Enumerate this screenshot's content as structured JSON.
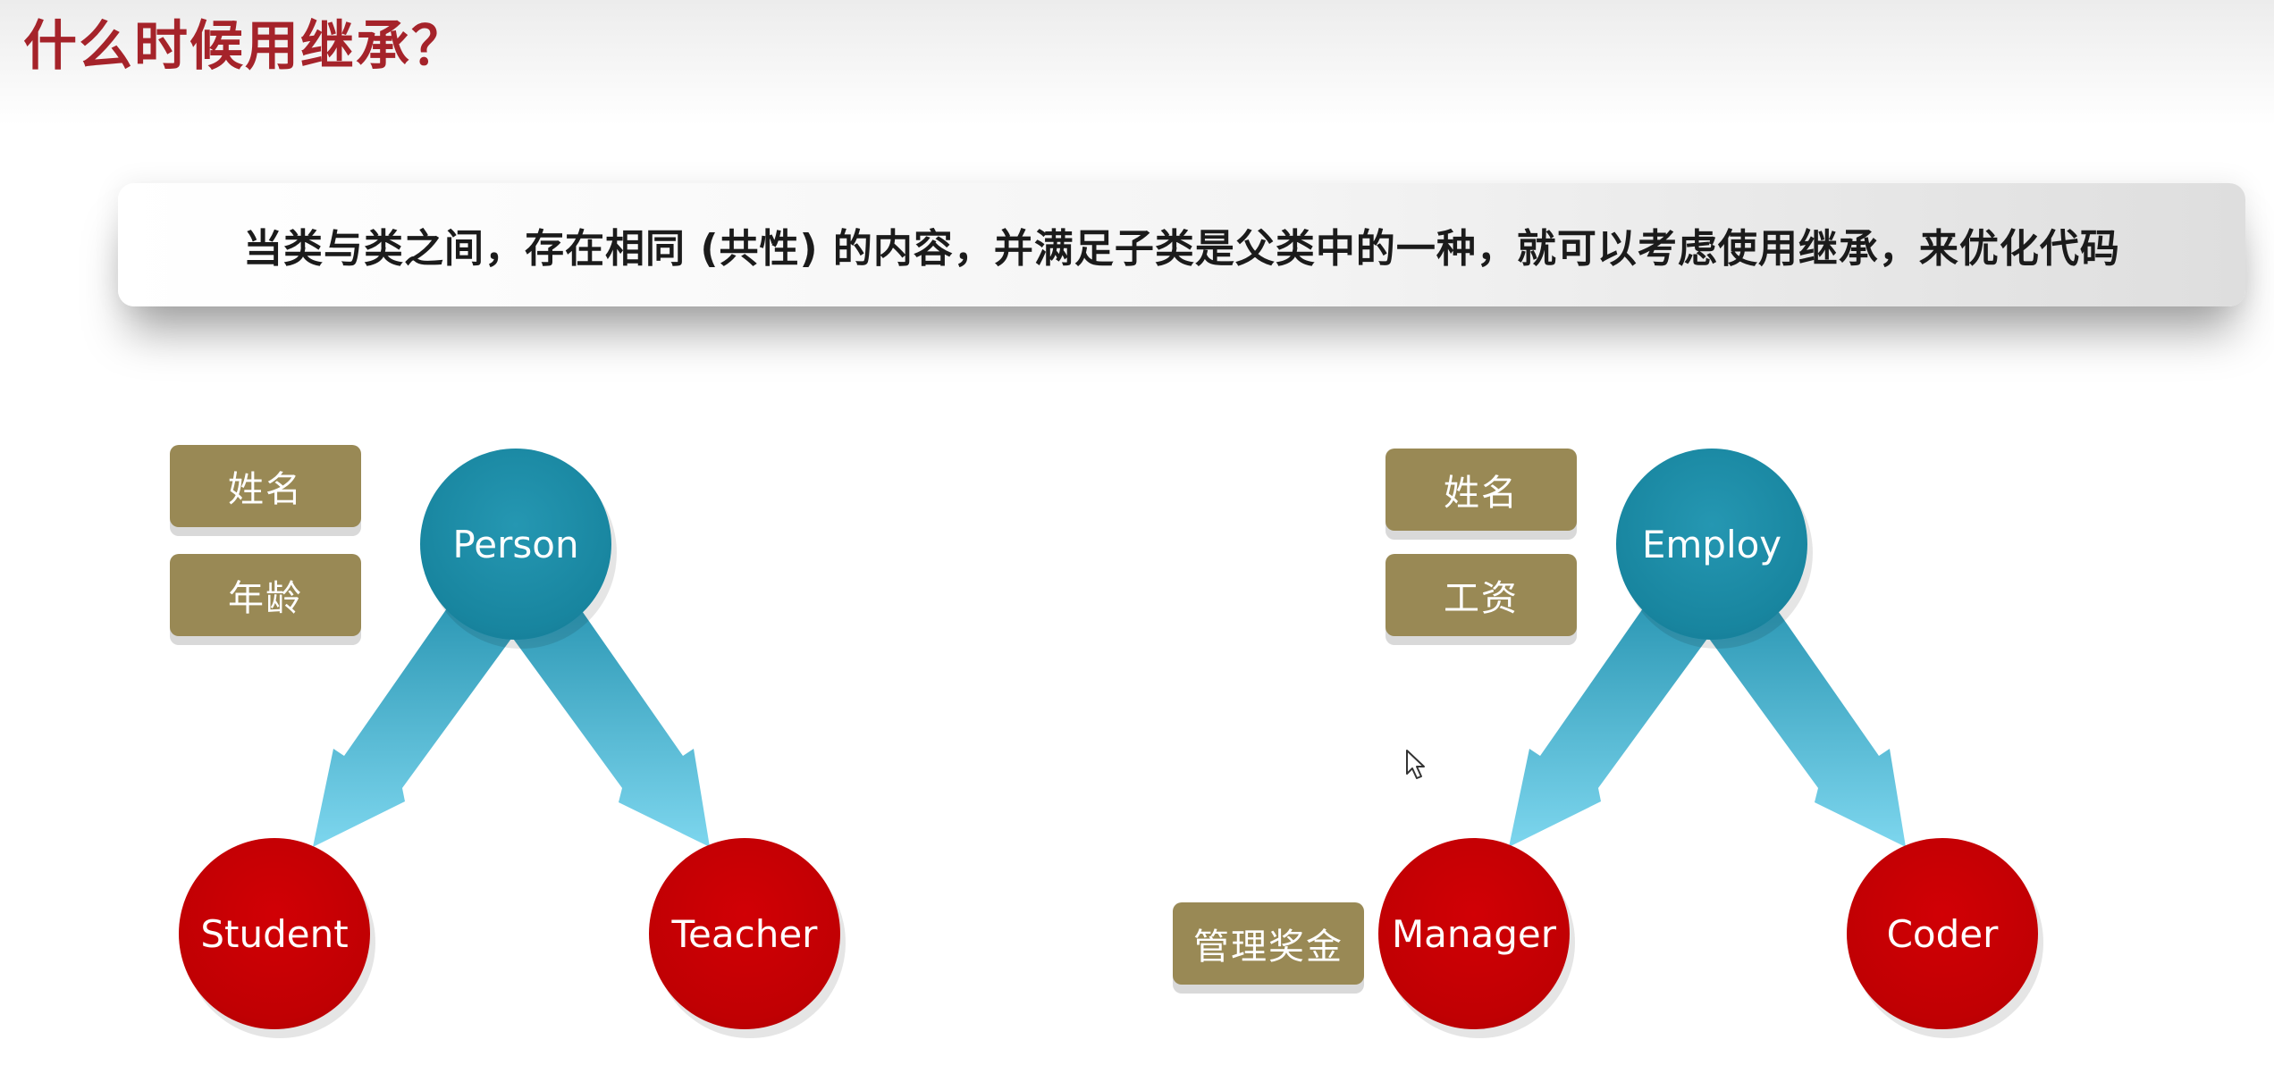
{
  "title": "什么时候用继承？",
  "banner": {
    "text": "当类与类之间，存在相同 (共性) 的内容，并满足子类是父类中的一种，就可以考虑使用继承，来优化代码"
  },
  "left_diagram": {
    "parent": "Person",
    "children": [
      "Student",
      "Teacher"
    ],
    "attributes": [
      "姓名",
      "年龄"
    ]
  },
  "right_diagram": {
    "parent": "Employ",
    "children": [
      "Manager",
      "Coder"
    ],
    "attributes": [
      "姓名",
      "工资"
    ],
    "child_attribute": "管理奖金"
  },
  "colors": {
    "title": "#a5232a",
    "parent_circle": "#18859f",
    "child_circle": "#c00003",
    "tag": "#998955",
    "arrow_start": "#2a96b3",
    "arrow_end": "#7dd6ee"
  },
  "icons": {
    "arrow": "arrow-down-icon",
    "cursor": "mouse-cursor-icon"
  }
}
